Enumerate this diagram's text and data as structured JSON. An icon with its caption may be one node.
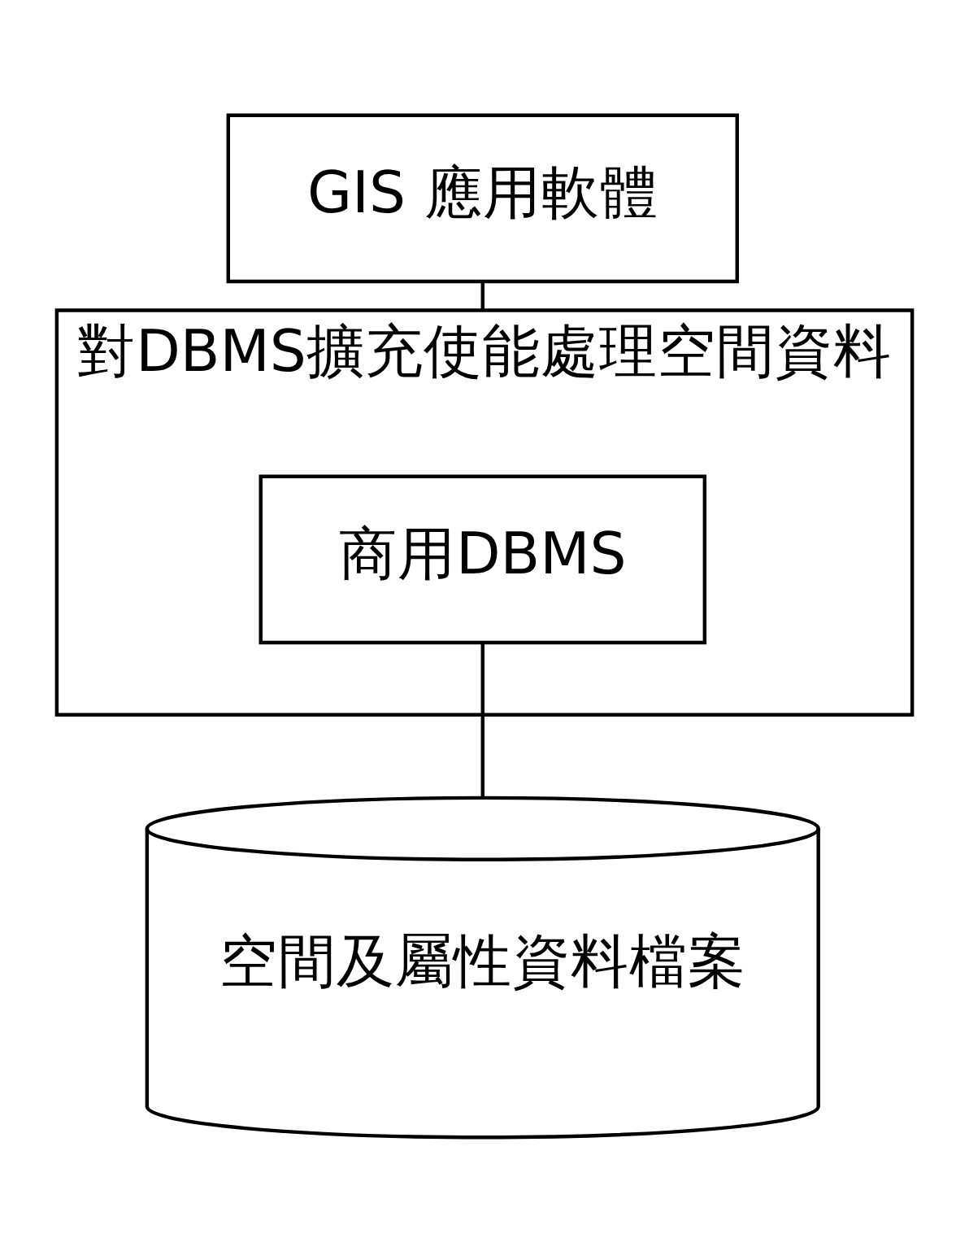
{
  "diagram": {
    "nodes": [
      {
        "text": [
          "GIS 應用軟體"
        ]
      },
      {
        "text": [
          "對DBMS擴充使能處理空間資料"
        ]
      },
      {
        "text": [
          "商用DBMS"
        ],
        "in": 1
      },
      {
        "text": [
          "空間及屬性資料檔案"
        ]
      }
    ],
    "edges": [
      {
        "from": 0,
        "to": 1,
        "arrow": "none"
      },
      {
        "from": 2,
        "to": 3,
        "arrow": "none"
      }
    ]
  }
}
